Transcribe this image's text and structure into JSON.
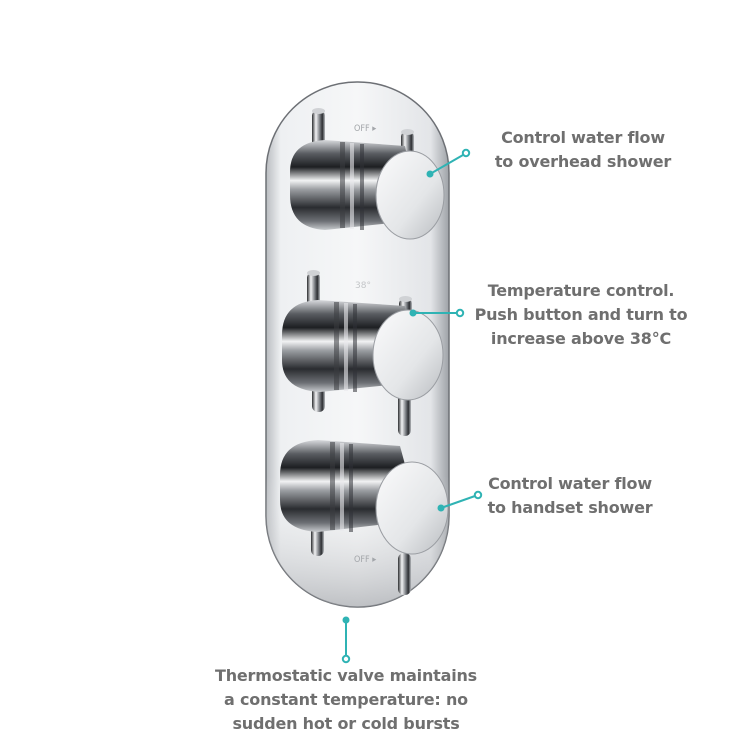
{
  "accent_color": "#2fb3b4",
  "text_color": "#6f6f6f",
  "product": {
    "name": "thermostatic shower valve with three controls",
    "markings": {
      "top_off": "OFF ▸",
      "middle_temp": "38°",
      "bottom_off": "OFF ▸"
    }
  },
  "callouts": [
    {
      "id": "top-control",
      "lines": [
        "Control water flow",
        "to overhead shower"
      ]
    },
    {
      "id": "temperature-control",
      "lines": [
        "Temperature control.",
        "Push button and turn to",
        "increase above 38°C"
      ]
    },
    {
      "id": "bottom-control",
      "lines": [
        "Control water flow",
        "to handset shower"
      ]
    },
    {
      "id": "thermostatic-valve",
      "lines": [
        "Thermostatic valve maintains",
        "a constant temperature: no",
        "sudden hot or cold bursts"
      ]
    }
  ]
}
